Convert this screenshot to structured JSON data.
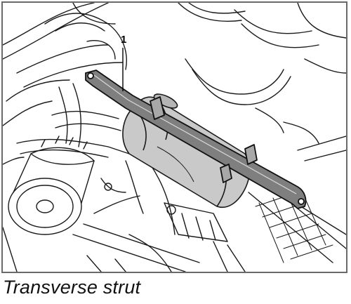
{
  "figure": {
    "callout_number": "1",
    "caption": "Transverse strut"
  },
  "colors": {
    "strut_fill": "#7f7f7f",
    "housing_fill": "#c9c9c9",
    "line": "#1a1a1a",
    "frame": "#6a6a6a"
  },
  "icons": {
    "strut": "transverse-strut-illustration",
    "engine": "engine-bay-line-drawing"
  }
}
